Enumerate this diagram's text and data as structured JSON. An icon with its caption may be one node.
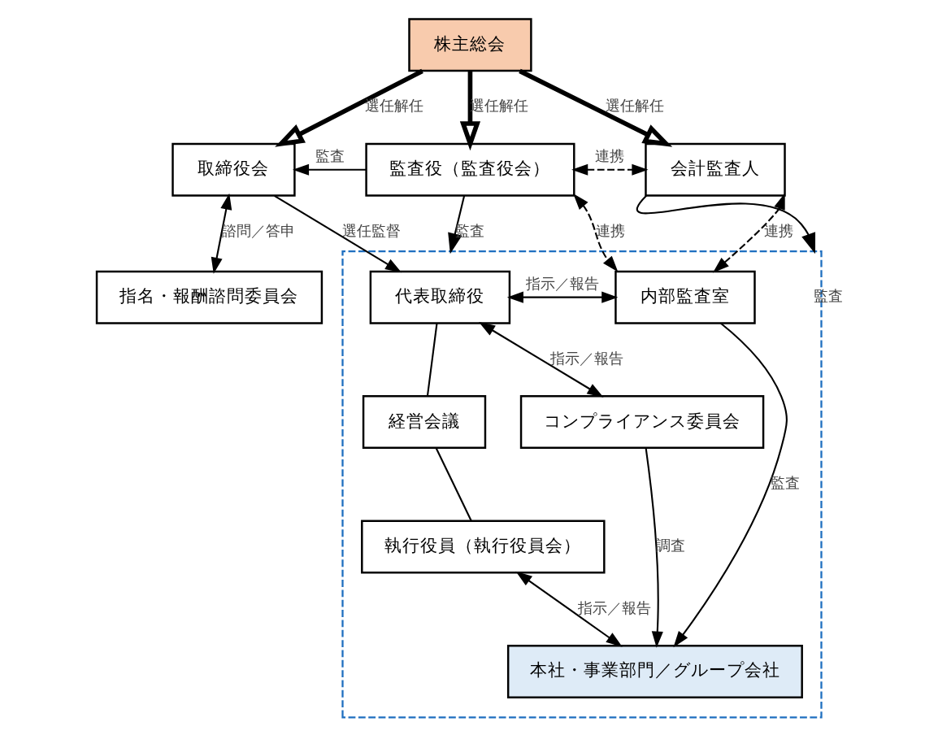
{
  "diagram": {
    "nodes": [
      {
        "text": [
          "株主総会"
        ]
      },
      {
        "text": [
          "取締役会"
        ]
      },
      {
        "text": [
          "監査役（監査役会）"
        ]
      },
      {
        "text": [
          "会計監査人"
        ]
      },
      {
        "text": [
          "指名・報酬諮問委員会"
        ]
      },
      {
        "text": [],
        "shape": "box"
      },
      {
        "text": [
          "代表取締役"
        ],
        "in": 5
      },
      {
        "text": [
          "内部監査室"
        ],
        "in": 5
      },
      {
        "text": [
          "経営会議"
        ],
        "in": 5
      },
      {
        "text": [
          "コンプライアンス委員会"
        ],
        "in": 5
      },
      {
        "text": [
          "執行役員（執行役員会）"
        ],
        "in": 5
      },
      {
        "text": [
          "本社・事業部門／グループ会社"
        ],
        "in": 5
      }
    ],
    "edges": [
      {
        "from": 0,
        "to": 1,
        "arrow": "to",
        "label": "選任解任",
        "style": "thick"
      },
      {
        "from": 0,
        "to": 2,
        "arrow": "to",
        "label": "選任解任",
        "style": "thick"
      },
      {
        "from": 0,
        "to": 3,
        "arrow": "to",
        "label": "選任解任",
        "style": "thick"
      },
      {
        "from": 2,
        "to": 1,
        "arrow": "to",
        "label": "監査"
      },
      {
        "from": 2,
        "to": 3,
        "arrow": "both",
        "label": "連携",
        "style": "dashed"
      },
      {
        "from": 1,
        "to": 4,
        "arrow": "both",
        "label": "諮問／答申"
      },
      {
        "from": 1,
        "to": 6,
        "arrow": "to",
        "label": "選任監督"
      },
      {
        "from": 2,
        "to": 5,
        "arrow": "to",
        "label": "監査"
      },
      {
        "from": 2,
        "to": 7,
        "arrow": "both",
        "label": "連携",
        "style": "dashed"
      },
      {
        "from": 3,
        "to": 5,
        "arrow": "to",
        "label": "監査"
      },
      {
        "from": 3,
        "to": 7,
        "arrow": "both",
        "label": "連携",
        "style": "dashed"
      },
      {
        "from": 6,
        "to": 7,
        "arrow": "both",
        "label": "指示／報告"
      },
      {
        "from": 6,
        "to": 9,
        "arrow": "both",
        "label": "指示／報告"
      },
      {
        "from": 6,
        "to": 8,
        "arrow": "none"
      },
      {
        "from": 8,
        "to": 10,
        "arrow": "none"
      },
      {
        "from": 10,
        "to": 11,
        "arrow": "both",
        "label": "指示／報告"
      },
      {
        "from": 9,
        "to": 11,
        "arrow": "to",
        "label": "調査"
      },
      {
        "from": 7,
        "to": 11,
        "arrow": "to",
        "label": "監査"
      }
    ]
  }
}
